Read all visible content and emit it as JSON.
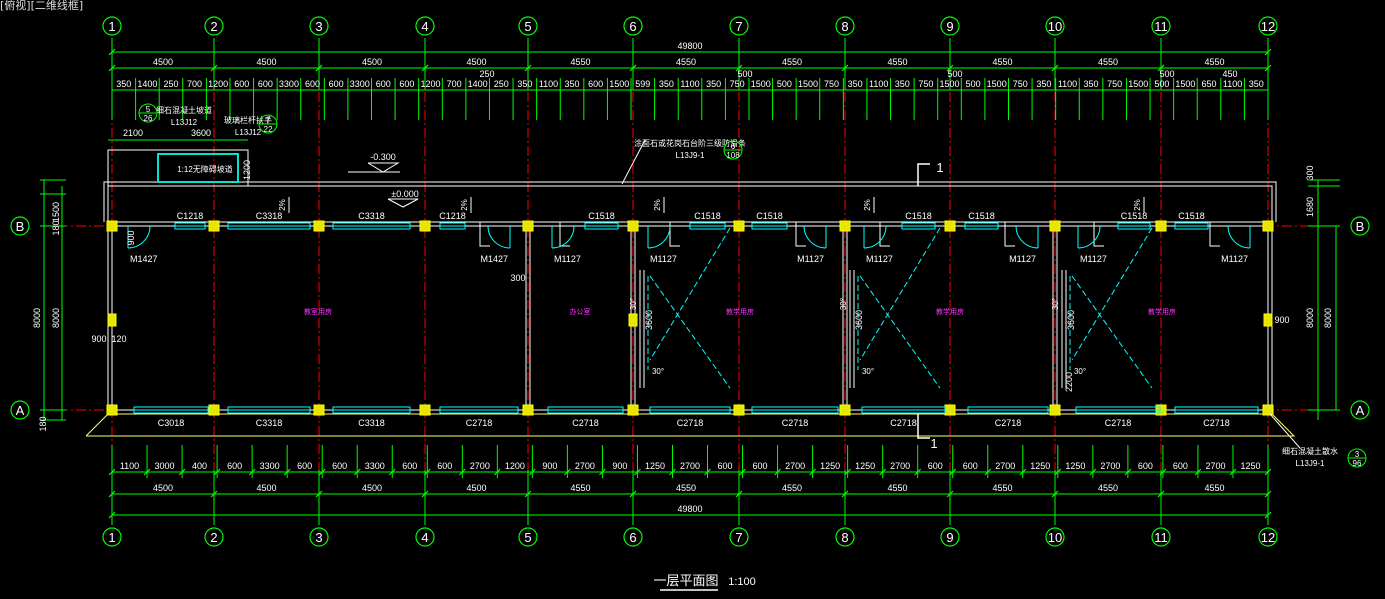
{
  "viewport_label": "[俯视][二维线框]",
  "grid_columns": [
    "1",
    "2",
    "3",
    "4",
    "5",
    "6",
    "7",
    "8",
    "9",
    "10",
    "11",
    "12"
  ],
  "grid_rows": [
    "B",
    "A"
  ],
  "dims_top": {
    "total": "49800",
    "bays": [
      "4500",
      "4500",
      "4500",
      "4500",
      "4550",
      "4550",
      "4550",
      "4550",
      "4550",
      "4550",
      "4550"
    ],
    "detail": [
      "350",
      "1400",
      "250",
      "700",
      "1200",
      "600",
      "600",
      "3300",
      "600",
      "600",
      "3300",
      "600",
      "600",
      "1200",
      "700",
      "1400",
      "250",
      "350",
      "1100",
      "350",
      "600",
      "1500",
      "599",
      "350",
      "1100",
      "350",
      "750",
      "1500",
      "500",
      "1500",
      "750",
      "350",
      "1100",
      "350",
      "750",
      "1500",
      "500",
      "1500",
      "750",
      "350",
      "1100",
      "350",
      "750",
      "1500",
      "500",
      "1500",
      "650",
      "1100",
      "350"
    ],
    "extra": [
      "250",
      "500",
      "500",
      "500",
      "450"
    ]
  },
  "dims_bottom": {
    "total": "49800",
    "bays": [
      "4500",
      "4500",
      "4500",
      "4500",
      "4550",
      "4550",
      "4550",
      "4550",
      "4550",
      "4550",
      "4550"
    ],
    "detail": [
      "1100",
      "3000",
      "400",
      "600",
      "3300",
      "600",
      "600",
      "3300",
      "600",
      "600",
      "2700",
      "1200",
      "900",
      "2700",
      "900",
      "1250",
      "2700",
      "600",
      "600",
      "2700",
      "1250",
      "1250",
      "2700",
      "600",
      "600",
      "2700",
      "1250",
      "1250",
      "2700",
      "600",
      "600",
      "2700",
      "1250"
    ]
  },
  "dims_left": [
    "180",
    "1500",
    "8000",
    "8000",
    "180",
    "900",
    "120"
  ],
  "dims_right": [
    "300",
    "1680",
    "8000",
    "8000",
    "900"
  ],
  "ramp_dims": [
    "2100",
    "3600",
    "1200"
  ],
  "top_windows": [
    "C1218",
    "C3318",
    "C3318",
    "C1218",
    "C1518",
    "C1518",
    "C1518",
    "C1518",
    "C1518",
    "C1518",
    "C1518"
  ],
  "bottom_windows": [
    "C3018",
    "C3318",
    "C3318",
    "C2718",
    "C2718",
    "C2718",
    "C2718",
    "C2718",
    "C2718",
    "C2718",
    "C2718"
  ],
  "doors": [
    "M1427",
    "M1427",
    "M1127",
    "M1127",
    "M1127",
    "M1127",
    "M1127",
    "M1127",
    "M1127"
  ],
  "rooms": [
    "教室用房",
    "办公室",
    "教学用房",
    "教学用房",
    "教学用房"
  ],
  "levels": {
    "outside": "-0.300",
    "floor": "±0.000"
  },
  "slope": "2%",
  "stair_dims": [
    "3600",
    "3600",
    "3600",
    "2200",
    "300"
  ],
  "stair_angle": "30°",
  "section_mark": "1",
  "callouts": [
    {
      "note": "细石混凝土坡道",
      "ref": "L13J12",
      "num": "5",
      "sheet": "26"
    },
    {
      "note": "玻璃栏杆扶手",
      "ref": "L13J12",
      "num": "7",
      "sheet": "22"
    },
    {
      "note": "涂面石或花岗石台阶三级防滑条",
      "ref": "L13J9-1",
      "num": "6",
      "sheet": "108"
    },
    {
      "note": "细石混凝土散水",
      "ref": "L13J9-1",
      "num": "3",
      "sheet": "96"
    }
  ],
  "ramp_label": "1:12无障碍坡道",
  "drawing_title": "一层平面图",
  "drawing_scale": "1:100",
  "colors": {
    "background": "#000000",
    "grid_circle": "#00ff00",
    "dimension": "#00ff00",
    "axis_line": "#ff0000",
    "wall": "#ffffff",
    "window": "#00ffff",
    "column": "#ffff00",
    "room_label": "#ff33ff",
    "stair_dash": "#00ffff"
  }
}
